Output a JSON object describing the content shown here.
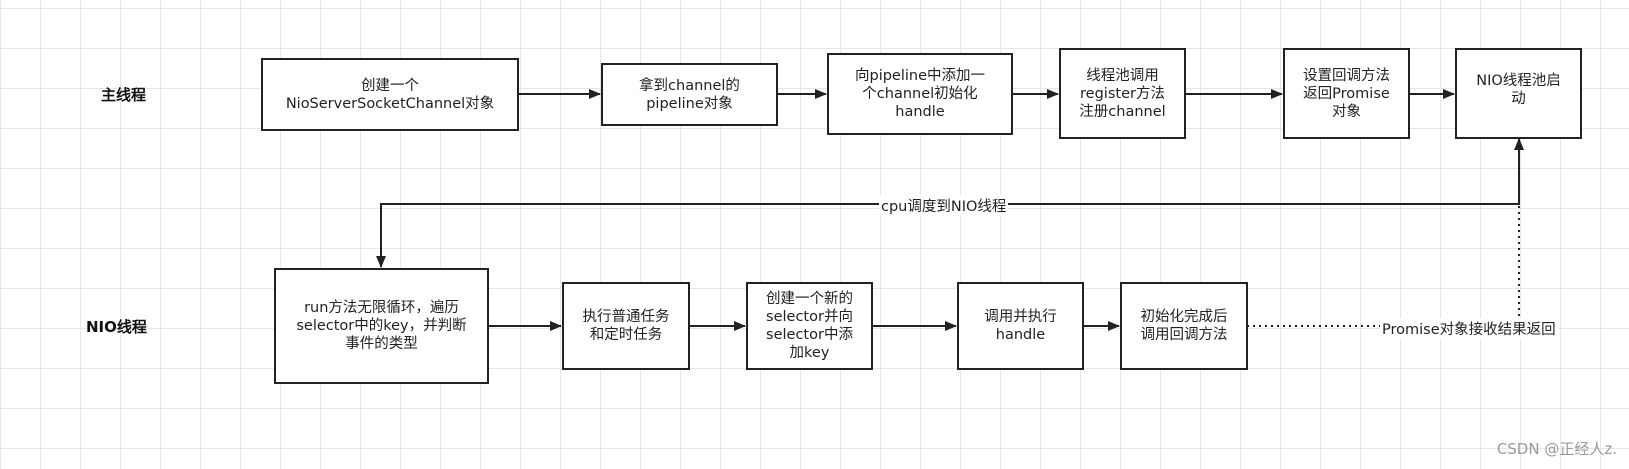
{
  "lanes": {
    "main": "主线程",
    "nio": "NIO线程"
  },
  "nodes": {
    "create_channel": "创建一个\nNioServerSocketChannel对象",
    "get_pipeline": "拿到channel的\npipeline对象",
    "add_handle": "向pipeline中添加一\n个channel初始化\nhandle",
    "register": "线程池调用\nregister方法\n注册channel",
    "set_callback": "设置回调方法\n返回Promise\n对象",
    "nio_start": "NIO线程池启\n动",
    "run_loop": "run方法无限循环，遍历\nselector中的key，并判断\n事件的类型",
    "exec_tasks": "执行普通任务\n和定时任务",
    "new_selector": "创建一个新的\nselector并向\nselector中添\n加key",
    "call_handle": "调用并执行\nhandle",
    "init_done": "初始化完成后\n调用回调方法"
  },
  "edge_labels": {
    "cpu_schedule": "cpu调度到NIO线程",
    "promise_return": "Promise对象接收结果返回"
  },
  "watermark": "CSDN @正经人z."
}
